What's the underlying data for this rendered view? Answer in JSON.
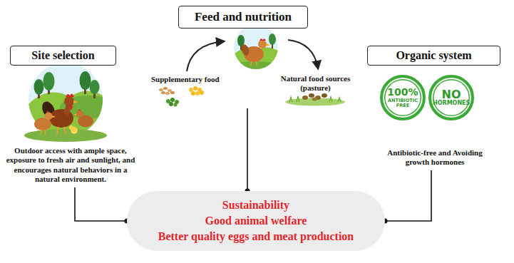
{
  "diagram": {
    "nodes": [
      {
        "text": [
          "Feed and nutrition",
          "Supplementary food",
          "Natural food sources (pasture)"
        ]
      },
      {
        "text": [
          "Site selection",
          "Outdoor access with ample space, exposure to fresh air and sunlight, and encourages natural behaviors in a natural environment."
        ]
      },
      {
        "text": [
          "Organic system",
          "Antibiotic-free and Avoiding growth hormones"
        ]
      },
      {
        "text": [
          "100%",
          "ANTIBIOTIC FREE"
        ],
        "in": 2
      },
      {
        "text": [
          "NO",
          "HORMONES"
        ],
        "in": 2
      },
      {
        "text": [
          "Sustainability",
          "Good animal welfare",
          "Better quality eggs and meat production"
        ]
      }
    ],
    "edges": [
      {
        "from": 1,
        "to": 5,
        "arrow": "none"
      },
      {
        "from": 0,
        "to": 5,
        "arrow": "none"
      },
      {
        "from": 2,
        "to": 5,
        "arrow": "none"
      }
    ]
  }
}
